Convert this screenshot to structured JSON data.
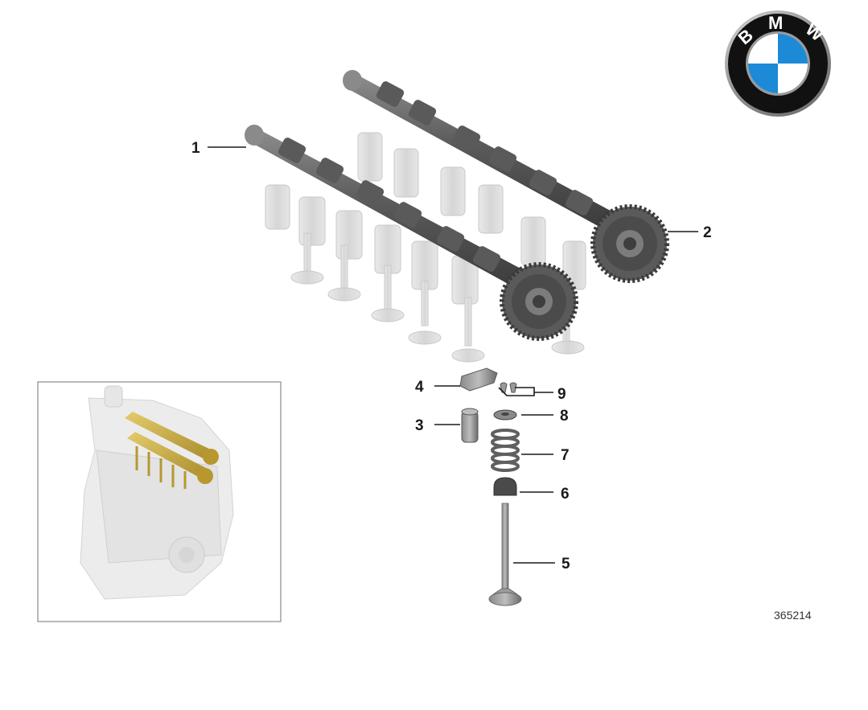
{
  "diagram": {
    "callouts": [
      {
        "id": "1",
        "label": "1"
      },
      {
        "id": "2",
        "label": "2"
      },
      {
        "id": "3",
        "label": "3"
      },
      {
        "id": "4",
        "label": "4"
      },
      {
        "id": "5",
        "label": "5"
      },
      {
        "id": "6",
        "label": "6"
      },
      {
        "id": "7",
        "label": "7"
      },
      {
        "id": "8",
        "label": "8"
      },
      {
        "id": "9",
        "label": "9"
      }
    ],
    "diagram_number": "365214"
  },
  "logo": {
    "letters": [
      "B",
      "M",
      "W"
    ],
    "colors": {
      "ring": "#111111",
      "blue": "#1c8ad6",
      "white": "#ffffff",
      "chrome": "#9a9a9a"
    }
  },
  "colors": {
    "cam_dark": "#4a4a4a",
    "cam_mid": "#6b6b6b",
    "cam_light": "#9a9a9a",
    "ghost_parts": "#dedede",
    "inset_highlight": "#c9a93c",
    "frame": "#8a8a8a"
  }
}
